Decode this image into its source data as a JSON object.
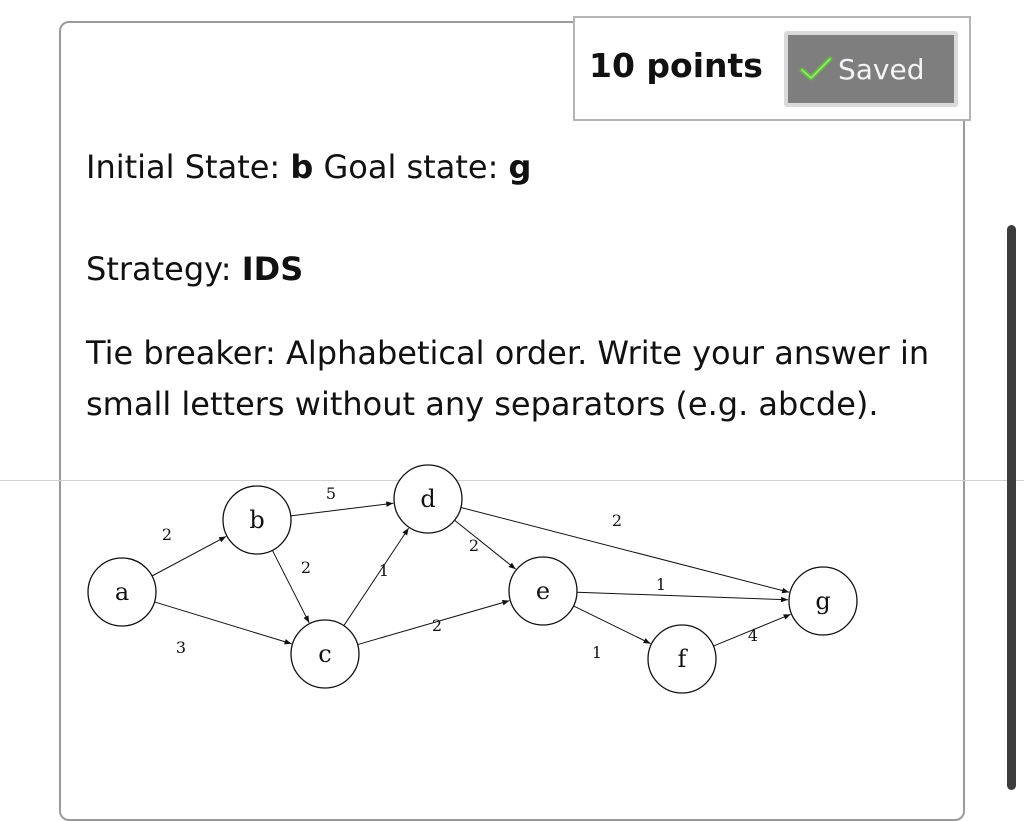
{
  "question": {
    "points_label": "10 points",
    "saved_label": "Saved",
    "initial_label": "Initial State: ",
    "initial_value": "b",
    "goal_label": " Goal state: ",
    "goal_value": "g",
    "strategy_label": "Strategy: ",
    "strategy_value": "IDS",
    "tie_line1": "Tie breaker: Alphabetical order. Write your answer in",
    "tie_line2": "small letters without any separators (e.g. abcde)."
  },
  "graph": {
    "nodes": [
      "a",
      "b",
      "c",
      "d",
      "e",
      "f",
      "g"
    ],
    "edges": [
      {
        "from": "a",
        "to": "b",
        "weight": "2"
      },
      {
        "from": "a",
        "to": "c",
        "weight": "3"
      },
      {
        "from": "b",
        "to": "d",
        "weight": "5"
      },
      {
        "from": "b",
        "to": "c",
        "weight": "2"
      },
      {
        "from": "c",
        "to": "d",
        "weight": "1"
      },
      {
        "from": "c",
        "to": "e",
        "weight": "2"
      },
      {
        "from": "d",
        "to": "e",
        "weight": "2"
      },
      {
        "from": "d",
        "to": "g",
        "weight": "2"
      },
      {
        "from": "e",
        "to": "g",
        "weight": "1"
      },
      {
        "from": "e",
        "to": "f",
        "weight": "1"
      },
      {
        "from": "f",
        "to": "g",
        "weight": "4"
      }
    ]
  },
  "icons": {
    "saved": "checkmark-icon"
  },
  "colors": {
    "saved_bg": "#7e7e7e",
    "check_green": "#5fbf3a"
  }
}
